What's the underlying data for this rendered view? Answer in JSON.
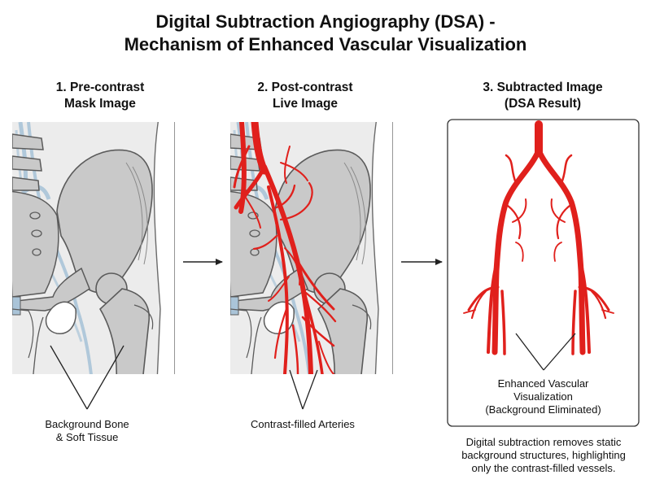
{
  "title": {
    "line1": "Digital Subtraction Angiography (DSA) -",
    "line2": "Mechanism of Enhanced Vascular Visualization"
  },
  "panels": [
    {
      "heading1": "1. Pre-contrast",
      "heading2": "Mask Image"
    },
    {
      "heading1": "2. Post-contrast",
      "heading2": "Live Image"
    },
    {
      "heading1": "3. Subtracted Image",
      "heading2": "(DSA Result)"
    }
  ],
  "labels": {
    "bone_line1": "Background Bone",
    "bone_line2": "& Soft Tissue",
    "arteries": "Contrast-filled Arteries",
    "enhanced_line1": "Enhanced Vascular",
    "enhanced_line2": "Visualization",
    "enhanced_line3": "(Background Eliminated)",
    "summary_line1": "Digital subtraction removes static",
    "summary_line2": "background structures, highlighting",
    "summary_line3": "only the contrast-filled vessels."
  },
  "colors": {
    "artery": "#e0201c",
    "bone": "#c9c9c9",
    "bone_outline": "#5a5a5a",
    "vein": "#aac4d8"
  }
}
